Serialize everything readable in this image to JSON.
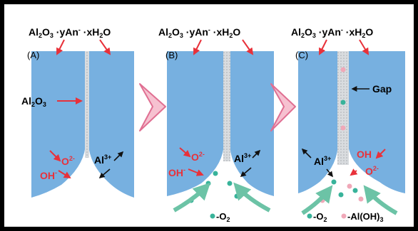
{
  "formula_main": "Al",
  "formula_sub": "2",
  "formula_o": "O",
  "formula_o_sub": "3",
  "formula_rest": " ·yAn",
  "formula_minus": "-",
  "formula_end": " ·xH",
  "formula_h_sub": "2",
  "formula_o2": "O",
  "panels": [
    {
      "letter": "(A)"
    },
    {
      "letter": "(B)"
    },
    {
      "letter": "(C)"
    }
  ],
  "labels": {
    "al2o3_al": "Al",
    "al2o3_sub2": "2",
    "al2o3_o": "O",
    "al2o3_sub3": "3",
    "o2_minus": "O",
    "o2_minus_sup": "2-",
    "oh_minus": "OH",
    "oh_minus_sup": "-",
    "al3_plus": "Al",
    "al3_plus_sup": "3+",
    "gap": "Gap",
    "legend_o2": "-O",
    "legend_o2_sub": "2",
    "legend_aloh": "-Al(OH)",
    "legend_aloh_sub": "3"
  },
  "colors": {
    "alumina_blue": "#77b0e0",
    "arrow_red": "#e8313a",
    "arrow_black": "#111111",
    "channel_gray": "#cfd2d6",
    "o2_bubble": "#38b39a",
    "aloh_bubble": "#f0a8b8",
    "flow_green": "#6cc3a6",
    "chevron_pink": "#f6c1d0",
    "chevron_edge": "#e06f92"
  }
}
